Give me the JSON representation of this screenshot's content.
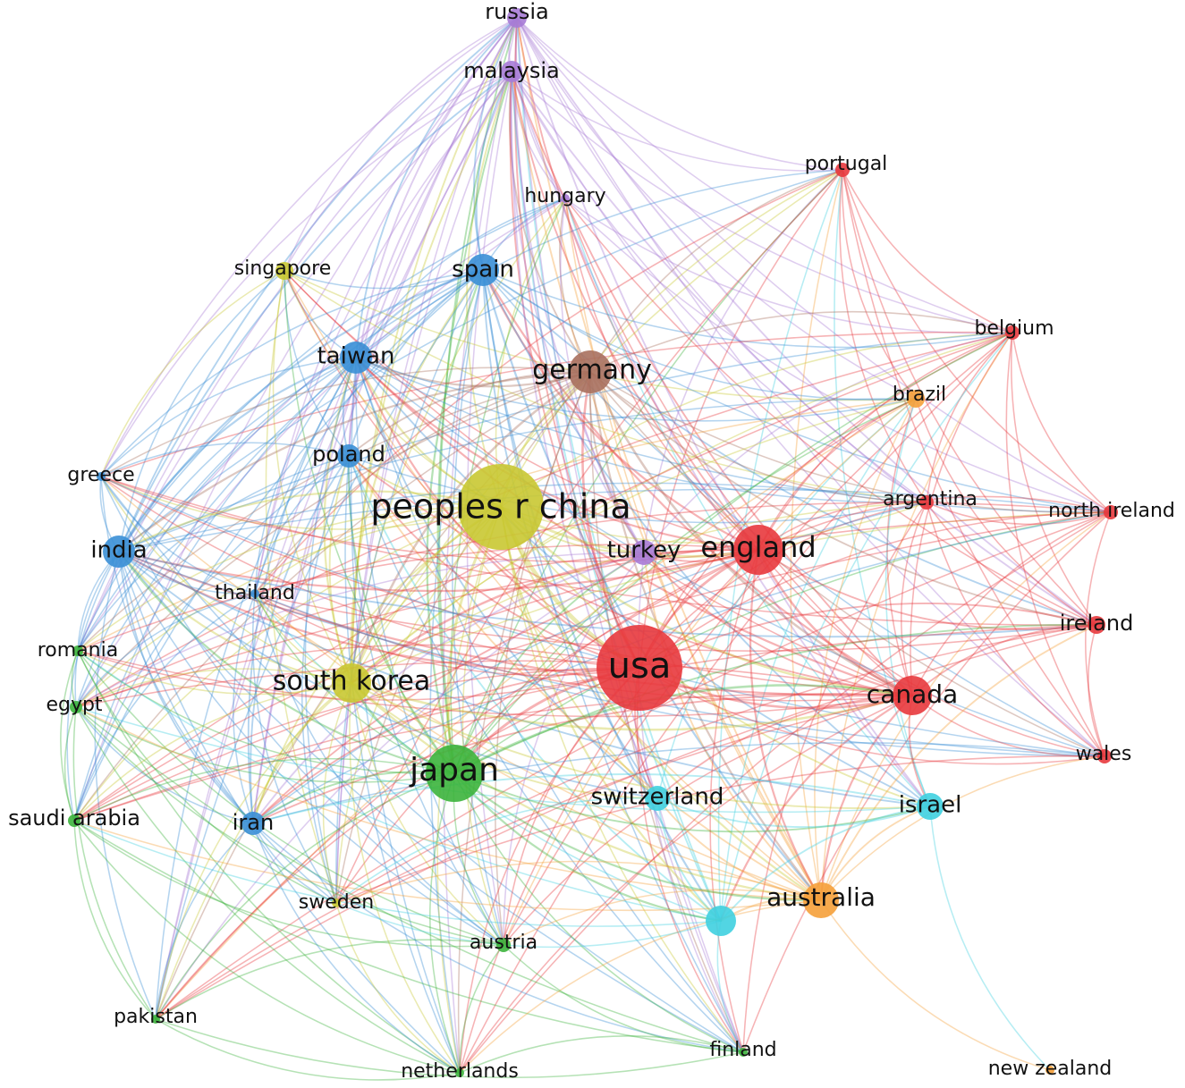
{
  "cluster_colors": {
    "red": "#e8383d",
    "green": "#3cb43c",
    "blue": "#3a8fd6",
    "yellow": "#c9c832",
    "purple": "#a77bd6",
    "cyan": "#3fd0e0",
    "orange": "#f5a03a",
    "brown": "#a8705e"
  },
  "nodes": [
    {
      "id": "russia",
      "label": "russia",
      "cluster": "purple",
      "weight": 2
    },
    {
      "id": "malaysia",
      "label": "malaysia",
      "cluster": "purple",
      "weight": 2
    },
    {
      "id": "portugal",
      "label": "portugal",
      "cluster": "red",
      "weight": 1
    },
    {
      "id": "hungary",
      "label": "hungary",
      "cluster": "purple",
      "weight": 1
    },
    {
      "id": "singapore",
      "label": "singapore",
      "cluster": "yellow",
      "weight": 1
    },
    {
      "id": "spain",
      "label": "spain",
      "cluster": "blue",
      "weight": 3
    },
    {
      "id": "belgium",
      "label": "belgium",
      "cluster": "red",
      "weight": 1
    },
    {
      "id": "taiwan",
      "label": "taiwan",
      "cluster": "blue",
      "weight": 3
    },
    {
      "id": "germany",
      "label": "germany",
      "cluster": "brown",
      "weight": 4
    },
    {
      "id": "brazil",
      "label": "brazil",
      "cluster": "orange",
      "weight": 1
    },
    {
      "id": "poland",
      "label": "poland",
      "cluster": "blue",
      "weight": 2
    },
    {
      "id": "greece",
      "label": "greece",
      "cluster": "blue",
      "weight": 1
    },
    {
      "id": "peoples-r-china",
      "label": "peoples r china",
      "cluster": "yellow",
      "weight": 10
    },
    {
      "id": "argentina",
      "label": "argentina",
      "cluster": "red",
      "weight": 1
    },
    {
      "id": "north-ireland",
      "label": "north ireland",
      "cluster": "red",
      "weight": 1
    },
    {
      "id": "india",
      "label": "india",
      "cluster": "blue",
      "weight": 3
    },
    {
      "id": "turkey",
      "label": "turkey",
      "cluster": "purple",
      "weight": 2
    },
    {
      "id": "england",
      "label": "england",
      "cluster": "red",
      "weight": 5
    },
    {
      "id": "thailand",
      "label": "thailand",
      "cluster": "blue",
      "weight": 1
    },
    {
      "id": "ireland",
      "label": "ireland",
      "cluster": "red",
      "weight": 2
    },
    {
      "id": "romania",
      "label": "romania",
      "cluster": "green",
      "weight": 1
    },
    {
      "id": "usa",
      "label": "usa",
      "cluster": "red",
      "weight": 10
    },
    {
      "id": "south-korea",
      "label": "south korea",
      "cluster": "yellow",
      "weight": 4
    },
    {
      "id": "canada",
      "label": "canada",
      "cluster": "red",
      "weight": 4
    },
    {
      "id": "egypt",
      "label": "egypt",
      "cluster": "green",
      "weight": 1
    },
    {
      "id": "wales",
      "label": "wales",
      "cluster": "red",
      "weight": 1
    },
    {
      "id": "japan",
      "label": "japan",
      "cluster": "green",
      "weight": 5
    },
    {
      "id": "switzerland",
      "label": "switzerland",
      "cluster": "cyan",
      "weight": 2
    },
    {
      "id": "israel",
      "label": "israel",
      "cluster": "cyan",
      "weight": 2
    },
    {
      "id": "saudi-arabia",
      "label": "saudi arabia",
      "cluster": "green",
      "weight": 1
    },
    {
      "id": "iran",
      "label": "iran",
      "cluster": "blue",
      "weight": 2
    },
    {
      "id": "australia",
      "label": "australia",
      "cluster": "orange",
      "weight": 3
    },
    {
      "id": "sweden",
      "label": "sweden",
      "cluster": "yellow",
      "weight": 1
    },
    {
      "id": "unlabeled-cyan",
      "label": "",
      "cluster": "cyan",
      "weight": 3
    },
    {
      "id": "austria",
      "label": "austria",
      "cluster": "green",
      "weight": 1
    },
    {
      "id": "pakistan",
      "label": "pakistan",
      "cluster": "green",
      "weight": 1
    },
    {
      "id": "finland",
      "label": "finland",
      "cluster": "green",
      "weight": 1
    },
    {
      "id": "netherlands",
      "label": "netherlands",
      "cluster": "green",
      "weight": 1
    },
    {
      "id": "new-zealand",
      "label": "new zealand",
      "cluster": "orange",
      "weight": 1
    }
  ]
}
